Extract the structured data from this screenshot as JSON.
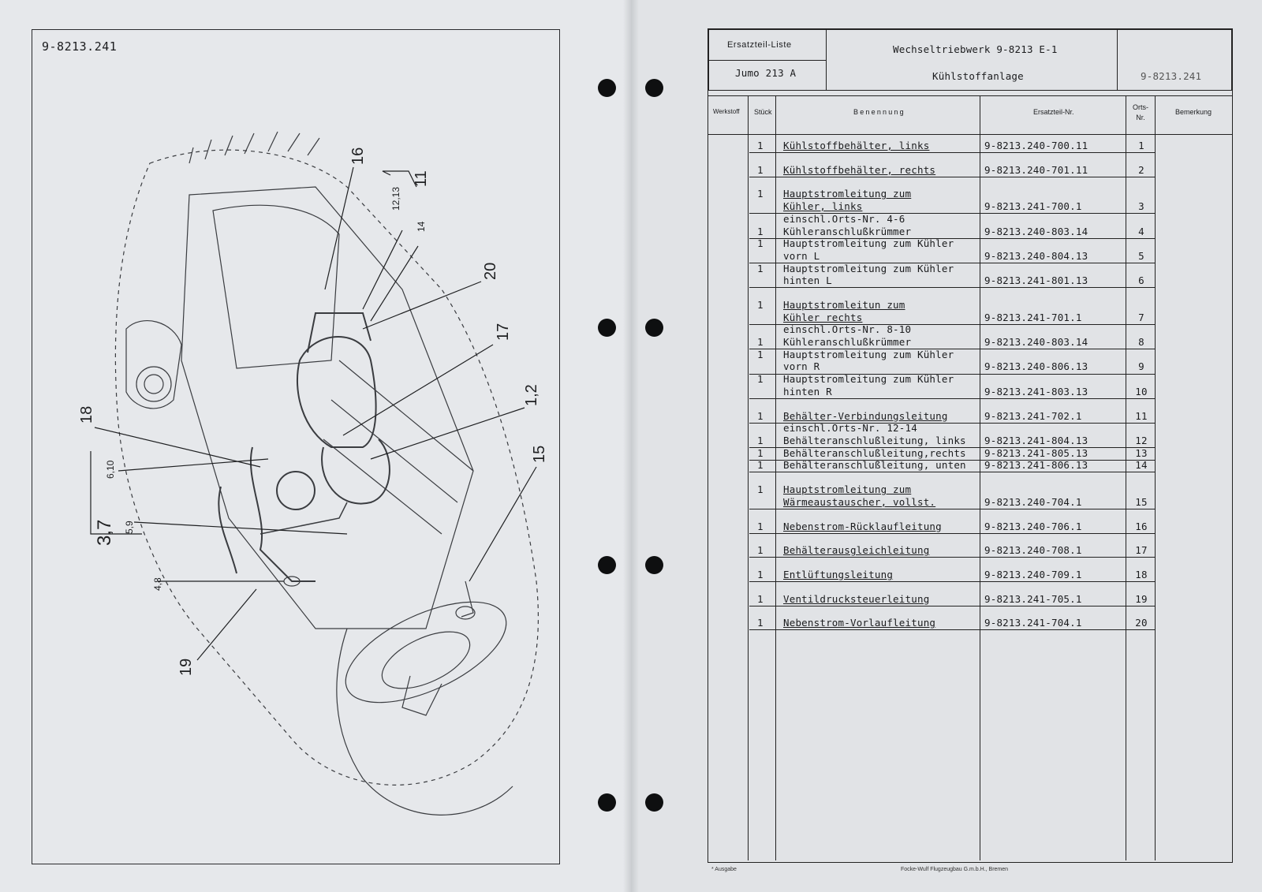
{
  "drawing": {
    "code": "9-8213.241",
    "callouts": {
      "c16": "16",
      "c11": "11",
      "c12_13": "12,13",
      "c14": "14",
      "c20": "20",
      "c17": "17",
      "c1_2": "1,2",
      "c15": "15",
      "c18": "18",
      "c6_10": "6,10",
      "c3_7": "3,7",
      "c5_9": "5,9",
      "c4_8": "4,8",
      "c19": "19"
    }
  },
  "header": {
    "list_label": "Ersatzteil-Liste",
    "engine": "Jumo 213 A",
    "title": "Wechseltriebwerk 9-8213 E-1",
    "subtitle": "Kühlstoffanlage",
    "doc_number": "9-8213.241"
  },
  "columns": {
    "werkstoff": "Werkstoff",
    "stueck": "Stück",
    "benennung": "Benennung",
    "ersatzteil_nr": "Ersatzteil-Nr.",
    "orts_nr": "Orts-Nr.",
    "bemerkung": "Bemerkung"
  },
  "rows": [
    {
      "qty": "1",
      "lines": [
        "Kühlstoffbehälter, links"
      ],
      "u": [
        true
      ],
      "part": "9-8213.240-700.11",
      "pos": "1"
    },
    {
      "qty": "1",
      "lines": [
        "Kühlstoffbehälter, rechts"
      ],
      "u": [
        true
      ],
      "part": "9-8213.240-701.11",
      "pos": "2"
    },
    {
      "qty": "1",
      "lines": [
        "Hauptstromleitung zum",
        "Kühler, links"
      ],
      "u": [
        true,
        true
      ],
      "part": "9-8213.241-700.1",
      "pos": "3"
    },
    {
      "qty": "",
      "lines": [
        "einschl.Orts-Nr. 4-6"
      ],
      "u": [
        false
      ],
      "part": "",
      "pos": ""
    },
    {
      "qty": "1",
      "lines": [
        "Kühleranschlußkrümmer"
      ],
      "u": [
        false
      ],
      "part": "9-8213.240-803.14",
      "pos": "4"
    },
    {
      "qty": "1",
      "lines": [
        "Hauptstromleitung zum Kühler",
        "vorn L"
      ],
      "u": [
        false,
        false
      ],
      "part": "9-8213.240-804.13",
      "pos": "5"
    },
    {
      "qty": "1",
      "lines": [
        "Hauptstromleitung zum Kühler",
        "hinten L"
      ],
      "u": [
        false,
        false
      ],
      "part": "9-8213.241-801.13",
      "pos": "6"
    },
    {
      "qty": "1",
      "lines": [
        "Hauptstromleitun zum",
        "Kühler rechts"
      ],
      "u": [
        true,
        true
      ],
      "part": "9-8213.241-701.1",
      "pos": "7"
    },
    {
      "qty": "",
      "lines": [
        "einschl.Orts-Nr. 8-10"
      ],
      "u": [
        false
      ],
      "part": "",
      "pos": ""
    },
    {
      "qty": "1",
      "lines": [
        "Kühleranschlußkrümmer"
      ],
      "u": [
        false
      ],
      "part": "9-8213.240-803.14",
      "pos": "8"
    },
    {
      "qty": "1",
      "lines": [
        "Hauptstromleitung zum Kühler",
        "vorn R"
      ],
      "u": [
        false,
        false
      ],
      "part": "9-8213.240-806.13",
      "pos": "9"
    },
    {
      "qty": "1",
      "lines": [
        "Hauptstromleitung zum Kühler",
        "hinten R"
      ],
      "u": [
        false,
        false
      ],
      "part": "9-8213.241-803.13",
      "pos": "10"
    },
    {
      "qty": "1",
      "lines": [
        "Behälter-Verbindungsleitung"
      ],
      "u": [
        true
      ],
      "part": "9-8213.241-702.1",
      "pos": "11"
    },
    {
      "qty": "",
      "lines": [
        "einschl.Orts-Nr. 12-14"
      ],
      "u": [
        false
      ],
      "part": "",
      "pos": ""
    },
    {
      "qty": "1",
      "lines": [
        "Behälteranschlußleitung, links"
      ],
      "u": [
        false
      ],
      "part": "9-8213.241-804.13",
      "pos": "12"
    },
    {
      "qty": "1",
      "lines": [
        "Behälteranschlußleitung,rechts"
      ],
      "u": [
        false
      ],
      "part": "9-8213.241-805.13",
      "pos": "13"
    },
    {
      "qty": "1",
      "lines": [
        "Behälteranschlußleitung, unten"
      ],
      "u": [
        false
      ],
      "part": "9-8213.241-806.13",
      "pos": "14"
    },
    {
      "qty": "1",
      "lines": [
        "Hauptstromleitung zum",
        "Wärmeaustauscher, vollst."
      ],
      "u": [
        true,
        true
      ],
      "part": "9-8213.240-704.1",
      "pos": "15"
    },
    {
      "qty": "1",
      "lines": [
        "Nebenstrom-Rücklaufleitung"
      ],
      "u": [
        true
      ],
      "part": "9-8213.240-706.1",
      "pos": "16"
    },
    {
      "qty": "1",
      "lines": [
        "Behälterausgleichleitung"
      ],
      "u": [
        true
      ],
      "part": "9-8213.240-708.1",
      "pos": "17"
    },
    {
      "qty": "1",
      "lines": [
        "Entlüftungsleitung"
      ],
      "u": [
        true
      ],
      "part": "9-8213.240-709.1",
      "pos": "18"
    },
    {
      "qty": "1",
      "lines": [
        "Ventildrucksteuerleitung"
      ],
      "u": [
        true
      ],
      "part": "9-8213.241-705.1",
      "pos": "19"
    },
    {
      "qty": "1",
      "lines": [
        "Nebenstrom-Vorlaufleitung"
      ],
      "u": [
        true
      ],
      "part": "9-8213.241-704.1",
      "pos": "20"
    }
  ],
  "footer": {
    "left": "* Ausgabe",
    "right": "Focke-Wulf Flugzeugbau G.m.b.H., Bremen"
  }
}
